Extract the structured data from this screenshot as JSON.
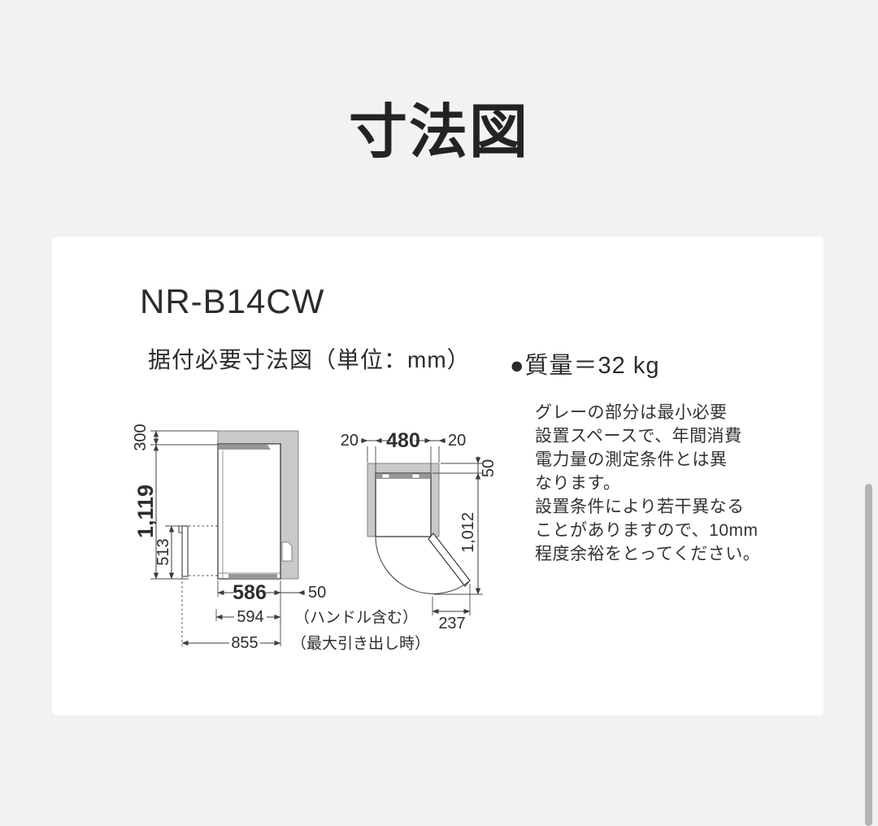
{
  "page": {
    "title": "寸法図"
  },
  "card": {
    "model": "NR-B14CW",
    "subtitle": "据付必要寸法図（単位：mm）",
    "mass": "●質量＝32 kg",
    "note_lines": [
      "グレーの部分は最小必要",
      "設置スペースで、年間消費",
      "電力量の測定条件とは異",
      "なります。",
      "設置条件により若干異なる",
      "ことがありますので、10mm",
      "程度余裕をとってください。"
    ]
  },
  "front_view": {
    "top_clearance": "300",
    "height": "1,119",
    "drawer_height": "513",
    "depth": "586",
    "rear_clearance": "50",
    "depth_with_handle": "594",
    "handle_note": "（ハンドル含む）",
    "depth_drawer_open": "855",
    "drawer_open_note": "（最大引き出し時）"
  },
  "top_view": {
    "left_clearance": "20",
    "width": "480",
    "right_clearance": "20",
    "rear_clearance": "50",
    "depth_door_open": "1,012",
    "door_open_width": "237"
  },
  "colors": {
    "clearance_fill": "#c9c9cb",
    "panel_fill": "#97979b",
    "line": "#3b3b3e",
    "background": "#f2f2f0",
    "card": "#ffffff",
    "scrollbar": "#b4b4b6"
  }
}
